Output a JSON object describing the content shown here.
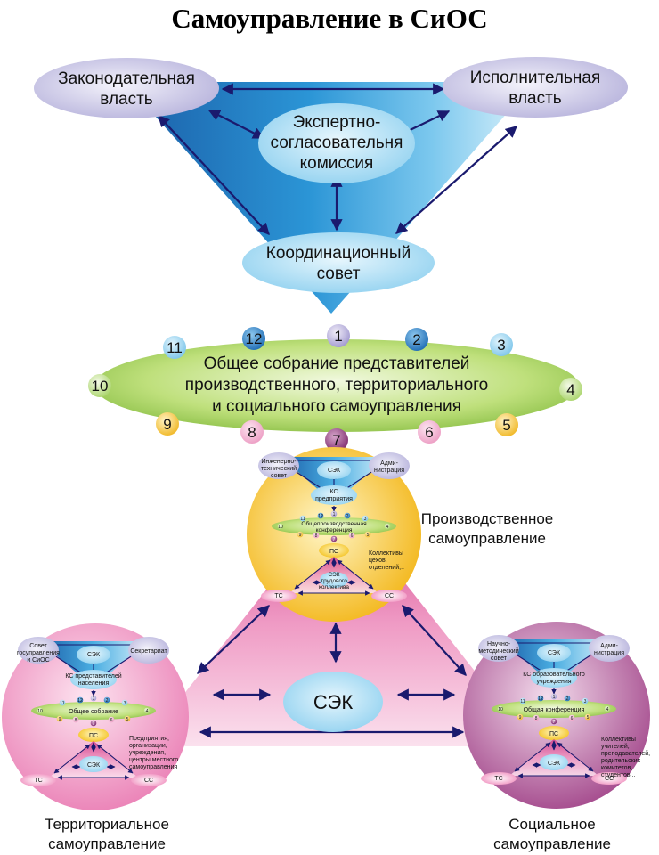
{
  "title": "Самоуправление в СиОС",
  "top": {
    "legislative": [
      "Законодательная",
      "власть"
    ],
    "executive": [
      "Исполнительная",
      "власть"
    ],
    "commission": [
      "Экспертно-",
      "согласовательня",
      "комиссия"
    ],
    "council": [
      "Координационный",
      "совет"
    ]
  },
  "assembly": {
    "text": [
      "Общее собрание представителей",
      "производственного, территориального",
      "и социального самоуправления"
    ],
    "numbers": [
      "1",
      "2",
      "3",
      "4",
      "5",
      "6",
      "7",
      "8",
      "9",
      "10",
      "11",
      "12"
    ]
  },
  "center": {
    "label": "СЭК"
  },
  "production": {
    "caption": [
      "Производственное",
      "самоуправление"
    ],
    "left": [
      "Инженерно-",
      "технический",
      "совет"
    ],
    "right": [
      "Адми-",
      "нистрация"
    ],
    "sek": "СЭК",
    "ks": [
      "КС",
      "предприятия"
    ],
    "assembly": [
      "Общепроизводственная",
      "конференция"
    ],
    "ps": "ПС",
    "note": [
      "Коллективы",
      "цехов,",
      "отделений,.."
    ],
    "sek2": [
      "СЭК",
      "трудового",
      "коллектива"
    ],
    "tc": "ТС",
    "cc": "СС"
  },
  "territorial": {
    "caption": [
      "Территориальное",
      "самоуправление"
    ],
    "left": [
      "Совет",
      "госуправления",
      "и СиОС"
    ],
    "right": [
      "Секретариат"
    ],
    "sek": "СЭК",
    "ks": [
      "КС представителей",
      "населения"
    ],
    "assembly": [
      "Общее собрание"
    ],
    "ps": "ПС",
    "note": [
      "Предприятия,",
      "организации,",
      "учреждения,",
      "центры местного",
      "самоуправления"
    ],
    "sek2": [
      "СЭК"
    ],
    "tc": "ТС",
    "cc": "СС"
  },
  "social": {
    "caption": [
      "Социальное",
      "самоуправление"
    ],
    "left": [
      "Научно-",
      "методический",
      "совет"
    ],
    "right": [
      "Адми-",
      "нистрация"
    ],
    "sek": "СЭК",
    "ks": [
      "КС образовательного",
      "учреждения"
    ],
    "assembly": [
      "Общая конференция"
    ],
    "ps": "ПС",
    "note": [
      "Коллективы",
      "учителей,",
      "преподавателей,",
      "родительских",
      "комитетов,",
      "студентов,.."
    ],
    "sek2": [
      "СЭК"
    ],
    "tc": "ТС",
    "cc": "СС"
  },
  "colors": {
    "blue_dark": "#1f6fb5",
    "blue_light": "#bfe6f7",
    "green": "#8cc63f",
    "pink": "#e8549c",
    "yellow": "#f6c633",
    "purple": "#a2468a",
    "lavender": "#c9c6e6",
    "navy": "#1a1a6e"
  }
}
